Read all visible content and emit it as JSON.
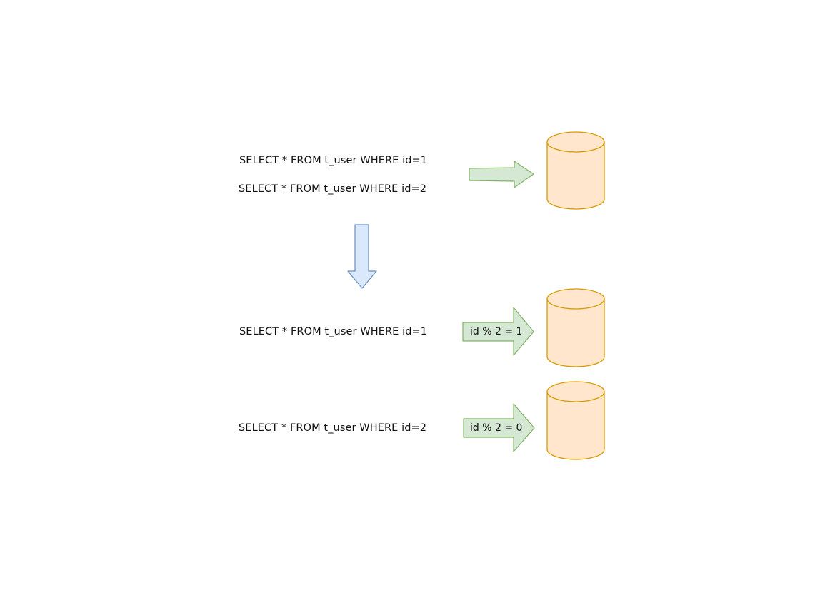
{
  "queries": {
    "before": [
      "SELECT * FROM t_user WHERE id=1",
      "SELECT * FROM t_user WHERE id=2"
    ],
    "after": [
      "SELECT * FROM t_user WHERE id=1",
      "SELECT * FROM t_user WHERE id=2"
    ]
  },
  "routes": [
    {
      "label": "id % 2 = 1"
    },
    {
      "label": "id % 2 = 0"
    }
  ],
  "colors": {
    "cylinder_fill": "#ffe6cc",
    "cylinder_stroke": "#d79b00",
    "green_fill": "#d5e8d4",
    "green_stroke": "#82b366",
    "blue_fill": "#dae8fc",
    "blue_stroke": "#6c8ebf"
  }
}
